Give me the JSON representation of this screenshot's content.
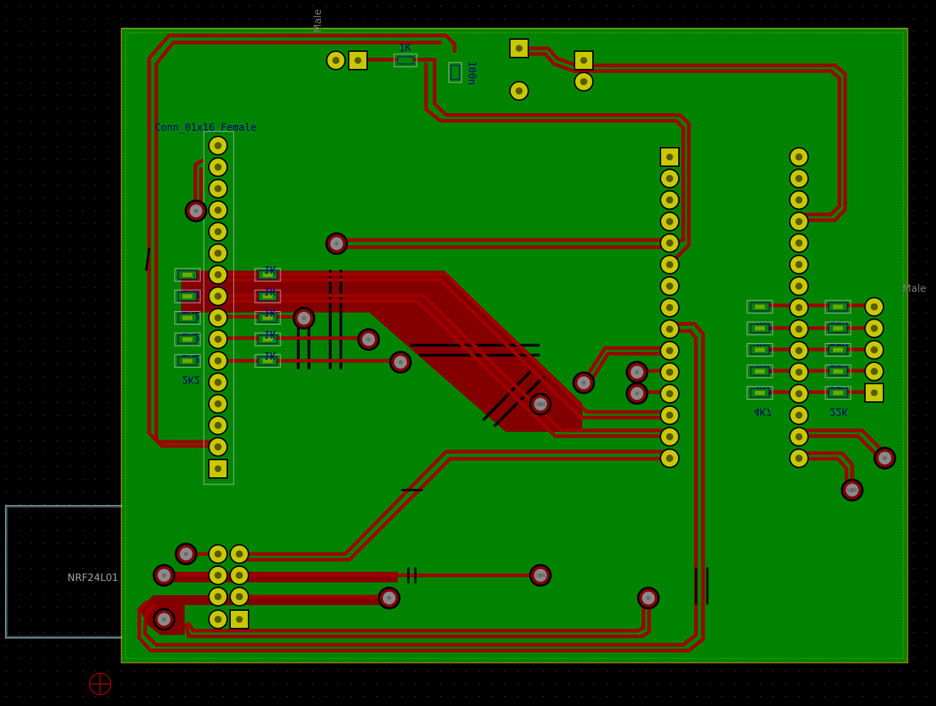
{
  "colors": {
    "background": "#000000",
    "grid_dot": "#3a3a3a",
    "board_fill": "#008400",
    "board_edge": "#c8c800",
    "copper": "#840000",
    "copper_line": "#a00000",
    "pad": "#c8c800",
    "pad_hole": "#5a5a00",
    "via_ring": "#8a8a8a",
    "silk_text": "#000080",
    "outline_cyan": "#8fb7c8",
    "courtyard": "#c8c8c8"
  },
  "labels": {
    "conn_female": "Conn_01x16_Female",
    "male_top": "Male",
    "male_right": "Male",
    "nrf": "NRF24L01",
    "r_1k_top": "1K",
    "c_100n": "100n",
    "res_left": [
      "1K",
      "1K",
      "1K",
      "1K",
      "1K"
    ],
    "res_far_left": [
      "2K2",
      "2K2",
      "2K2",
      "2K2",
      "2K2"
    ],
    "res_right_a": [
      "4K7",
      "4K7",
      "4K7",
      "4K7",
      "4K7"
    ],
    "res_right_b": [
      "22K",
      "22K",
      "22K",
      "22K",
      "22K"
    ],
    "via_sck": "SCK"
  }
}
